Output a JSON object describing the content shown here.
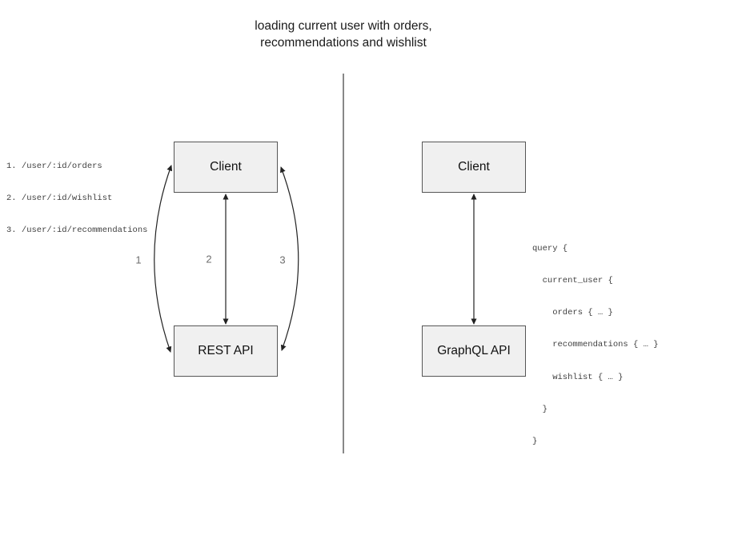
{
  "title": {
    "line1": "loading current user with orders,",
    "line2": "recommendations and wishlist"
  },
  "rest_panel": {
    "client_label": "Client",
    "api_label": "REST API",
    "endpoints": [
      "1. /user/:id/orders",
      "2. /user/:id/wishlist",
      "3. /user/:id/recommendations"
    ],
    "arrow_labels": [
      "1",
      "2",
      "3"
    ]
  },
  "graphql_panel": {
    "client_label": "Client",
    "api_label": "GraphQL API",
    "query_lines": [
      "query {",
      "  current_user {",
      "    orders { … }",
      "    recommendations { … }",
      "    wishlist { … }",
      "  }",
      "}"
    ]
  },
  "colors": {
    "box_fill": "#f0f0f0",
    "box_border": "#565656",
    "arrow": "#222222",
    "arrow_label": "#6e6e6e",
    "divider": "#888888",
    "code_text": "#3f3f3f",
    "title_text": "#1a1a1a"
  }
}
